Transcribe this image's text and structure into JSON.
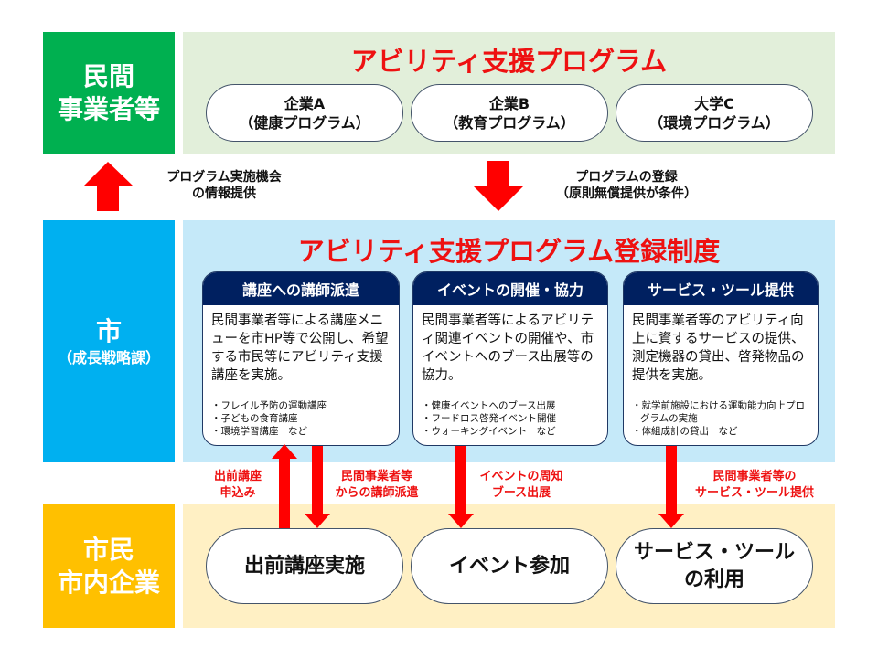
{
  "colors": {
    "private_sector": "#00b050",
    "city": "#00b050",
    "city_blue": "#00b0f0",
    "citizens": "#ffc000",
    "title_red": "#ee1111",
    "card_header": "#002060",
    "arrow": "#ff0000"
  },
  "rows": {
    "private": {
      "label_lines": [
        "民間",
        "事業者等"
      ],
      "title": "アビリティ支援プログラム",
      "pills": [
        {
          "name": "企業A",
          "program": "（健康プログラム）"
        },
        {
          "name": "企業B",
          "program": "（教育プログラム）"
        },
        {
          "name": "大学C",
          "program": "（環境プログラム）"
        }
      ]
    },
    "city": {
      "label_main": "市",
      "label_sub": "（成長戦略課）",
      "title": "アビリティ支援プログラム登録制度",
      "cards": [
        {
          "header": "講座への講師派遣",
          "description": "民間事業者等による講座メニューを市HP等で公開し、希望する市民等にアビリティ支援講座を実施。",
          "examples": [
            "フレイル予防の運動講座",
            "子どもの食育講座",
            "環境学習講座　など"
          ]
        },
        {
          "header": "イベントの開催・協力",
          "description": "民間事業者等によるアビリティ関連イベントの開催や、市イベントへのブース出展等の協力。",
          "examples": [
            "健康イベントへのブース出展",
            "フードロス啓発イベント開催",
            "ウォーキングイベント　など"
          ]
        },
        {
          "header": "サービス・ツール提供",
          "description": "民間事業者等のアビリティ向上に資するサービスの提供、測定機器の貸出、啓発物品の提供を実施。",
          "examples": [
            "就学前施設における運動能力向上プログラムの実施",
            "体組成計の貸出　など"
          ]
        }
      ]
    },
    "citizens": {
      "label_lines": [
        "市民",
        "市内企業"
      ],
      "pills": [
        {
          "lines": [
            "出前講座実施"
          ]
        },
        {
          "lines": [
            "イベント参加"
          ]
        },
        {
          "lines": [
            "サービス・ツール",
            "の利用"
          ]
        }
      ]
    }
  },
  "flows": {
    "city_to_private": [
      "プログラム実施機会",
      "の情報提供"
    ],
    "private_to_city": [
      "プログラムの登録",
      "（原則無償提供が条件）"
    ],
    "lecture_request": [
      "出前講座",
      "申込み"
    ],
    "lecturer_dispatch": [
      "民間事業者等",
      "からの講師派遣"
    ],
    "event_notice": [
      "イベントの周知",
      "ブース出展"
    ],
    "service_provision": [
      "民間事業者等の",
      "サービス・ツール提供"
    ]
  }
}
